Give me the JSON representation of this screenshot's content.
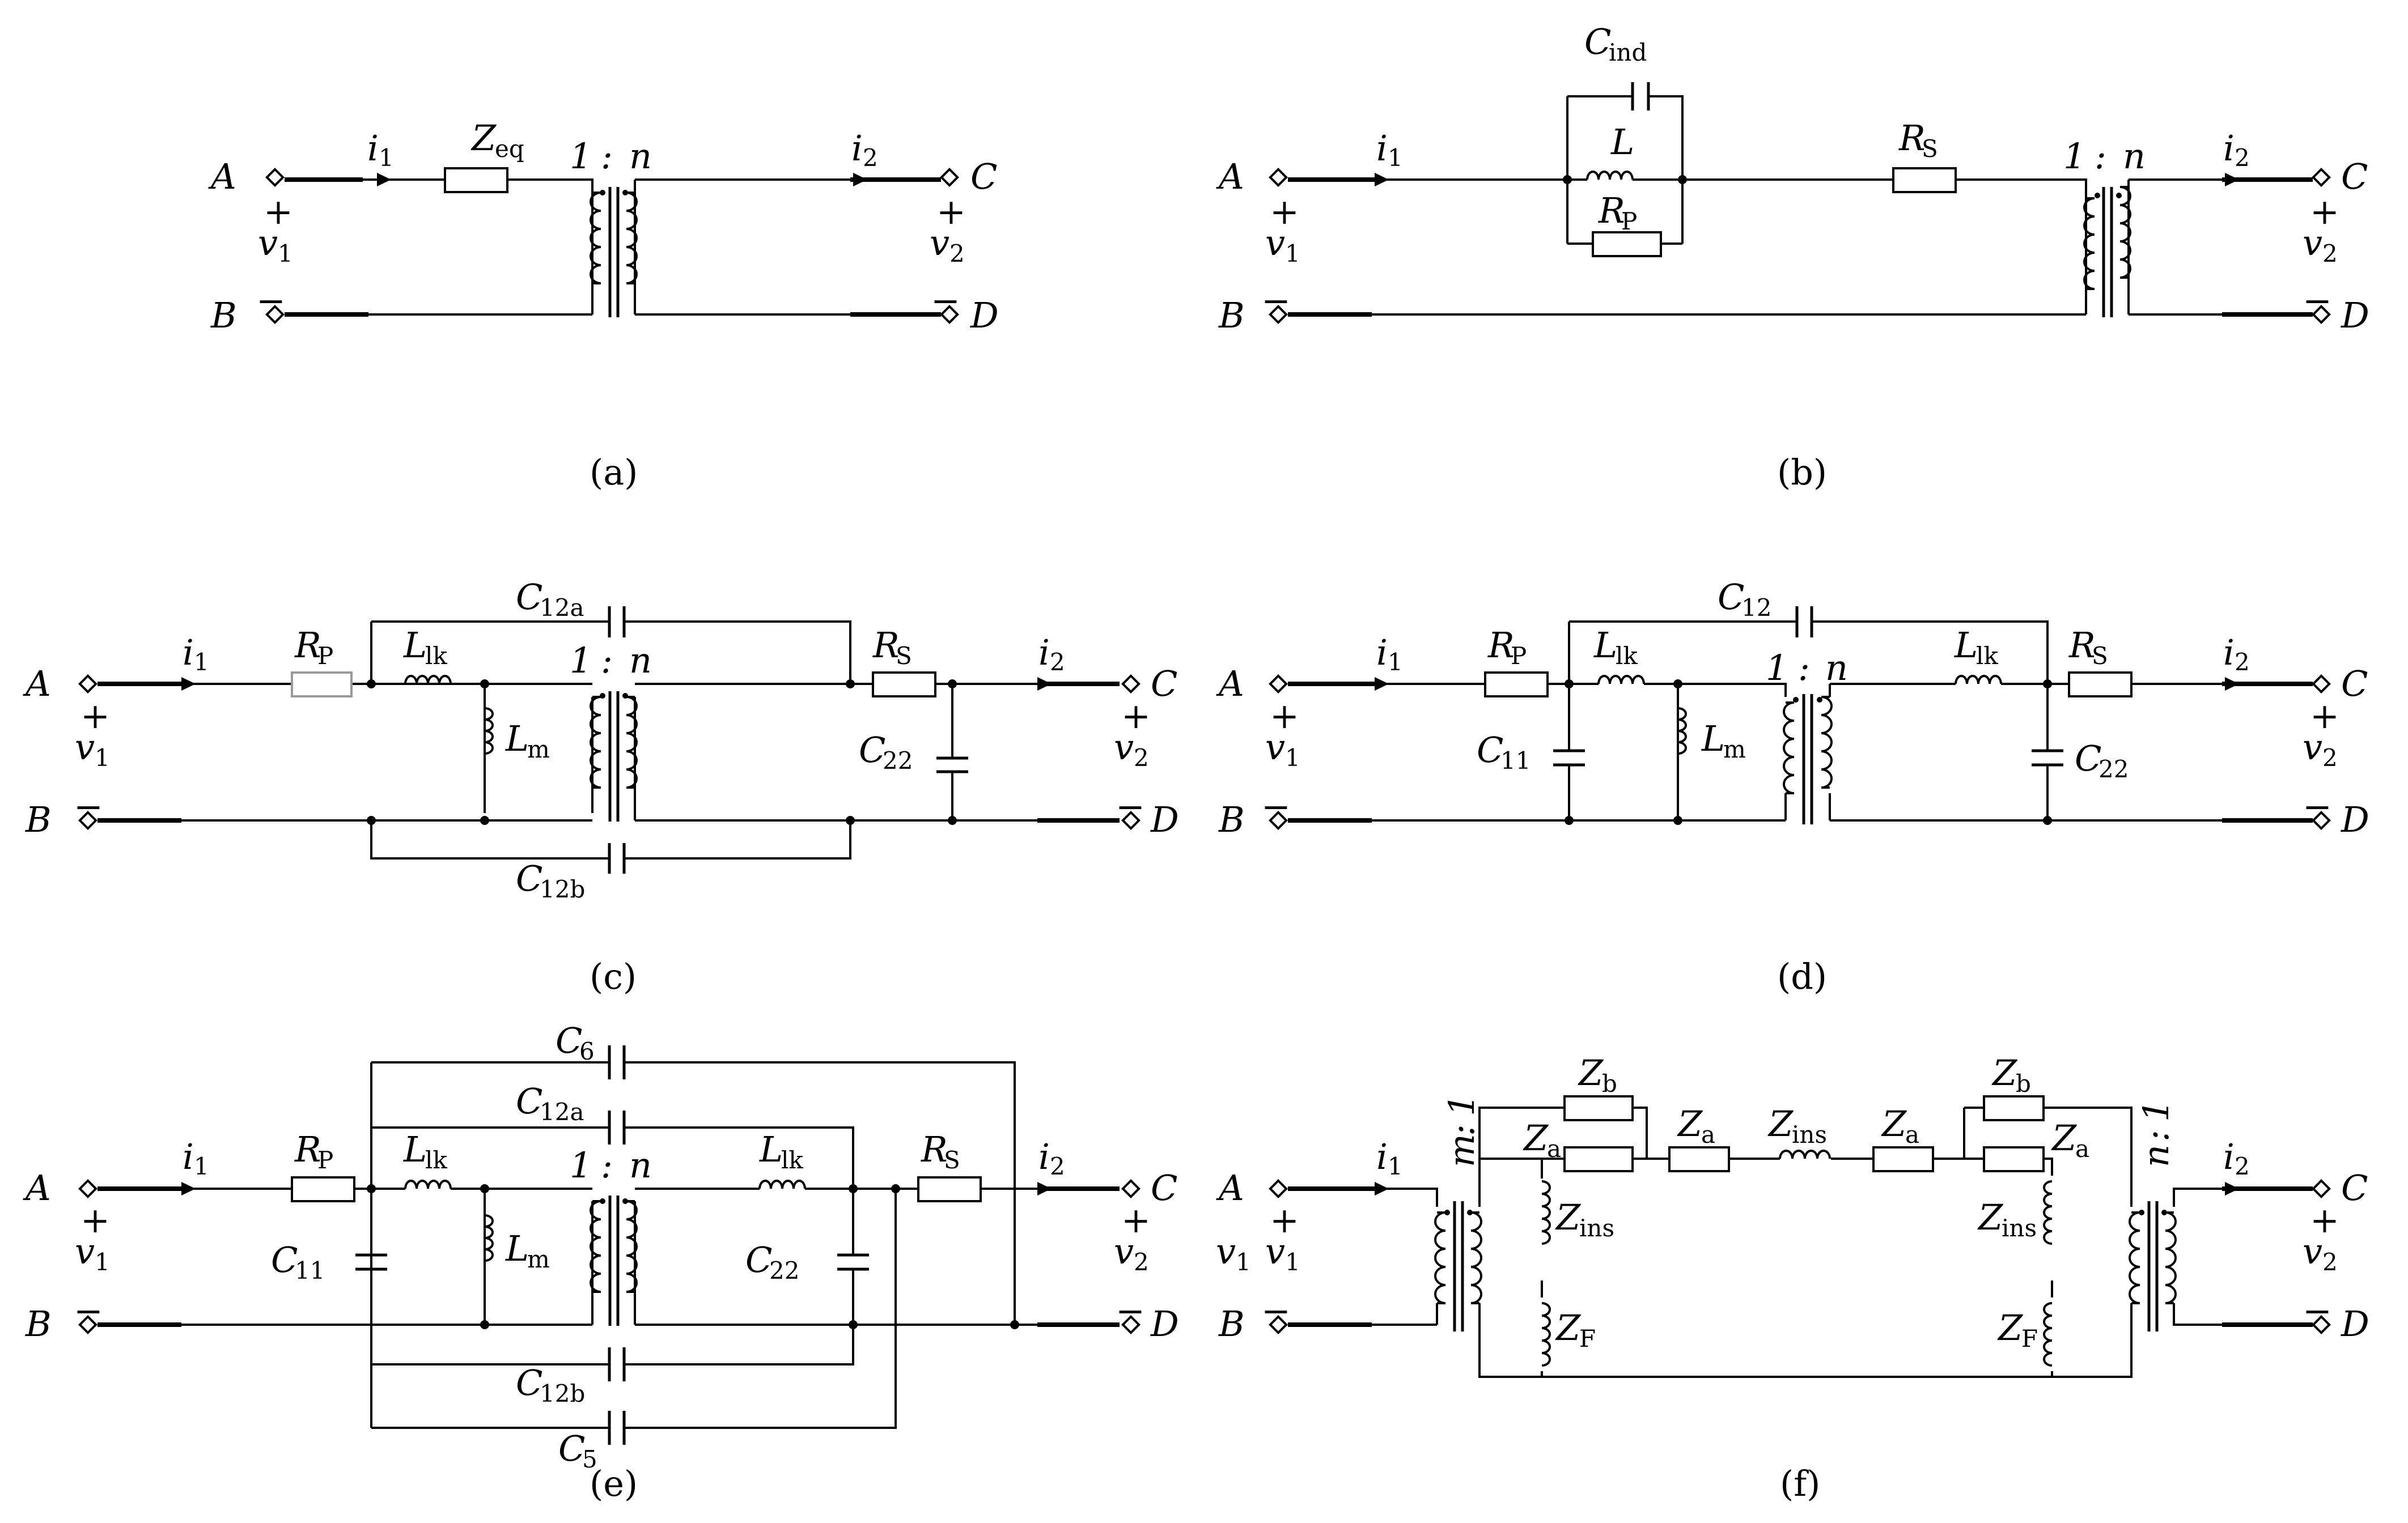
{
  "terminals": {
    "A": "A",
    "B": "B",
    "C": "C",
    "D": "D"
  },
  "signs": {
    "plus": "+",
    "minus": "−"
  },
  "voltages": {
    "v1": "v",
    "v2": "v",
    "s1": "1",
    "s2": "2"
  },
  "currents": {
    "i": "i",
    "s1": "1",
    "s2": "2"
  },
  "ratios": {
    "one": "1",
    "colon": ":",
    "n": "n",
    "m": "m"
  },
  "captions": [
    "(a)",
    "(b)",
    "(c)",
    "(d)",
    "(e)",
    "(f)"
  ],
  "components": {
    "Z": "Z",
    "eq": "eq",
    "C": "C",
    "ind": "ind",
    "L": "L",
    "R": "R",
    "P": "P",
    "S": "S",
    "lk": "lk",
    "m": "m",
    "c12a": "12a",
    "c12b": "12b",
    "c12": "12",
    "c11": "11",
    "c22": "22",
    "c6": "6",
    "c5": "5",
    "a": "a",
    "b": "b",
    "ins": "ins",
    "F": "F"
  }
}
